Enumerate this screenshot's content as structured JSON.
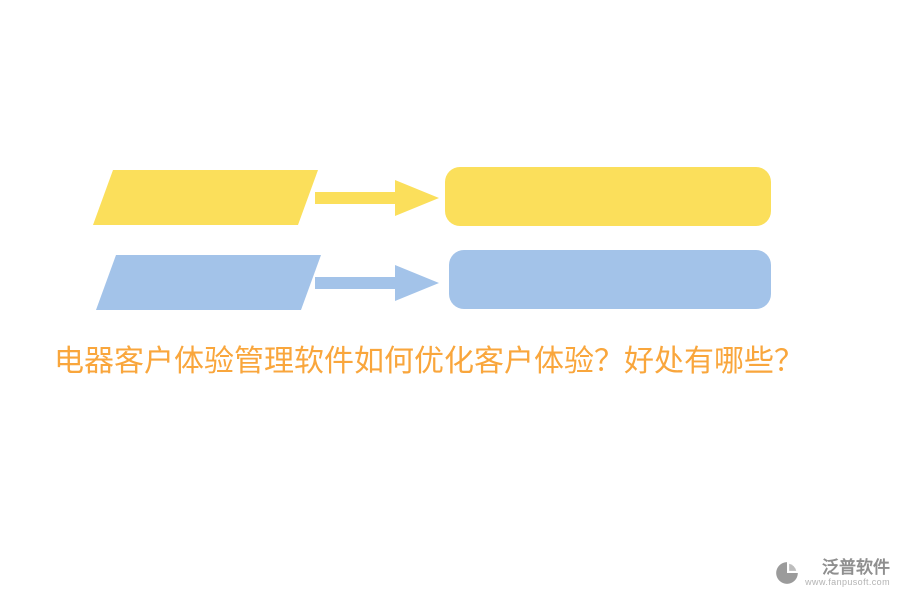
{
  "heading": {
    "text": "电器客户体验管理软件如何优化客户体验？好处有哪些？",
    "color": "#F9A63C"
  },
  "diagram": {
    "rows": [
      {
        "id": "step-1",
        "shape_left": "parallelogram",
        "shape_right": "rounded-rectangle",
        "color": "#FBDF5B"
      },
      {
        "id": "step-2",
        "shape_left": "parallelogram",
        "shape_right": "rounded-rectangle",
        "color": "#A3C3E9"
      }
    ]
  },
  "footer": {
    "brand": "泛普软件",
    "url": "www.fanpusoft.com",
    "icon": "fanpu-logo-icon",
    "color": "#8f8f8f"
  }
}
